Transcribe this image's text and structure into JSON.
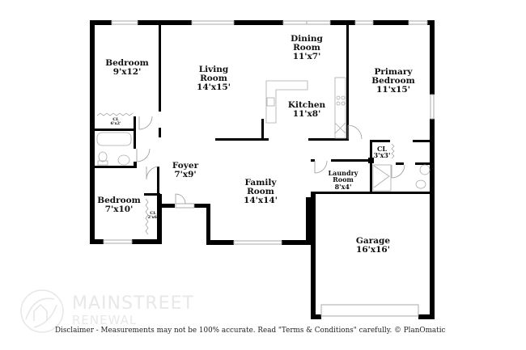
{
  "plan": {
    "rooms": [
      {
        "id": "bedroom-2",
        "name": "Bedroom",
        "dims": "9'x12'"
      },
      {
        "id": "living-room",
        "name_line1": "Living",
        "name_line2": "Room",
        "dims": "14'x15'"
      },
      {
        "id": "dining-room",
        "name_line1": "Dining",
        "name_line2": "Room",
        "dims": "11'x7'"
      },
      {
        "id": "primary-bedroom",
        "name_line1": "Primary",
        "name_line2": "Bedroom",
        "dims": "11'x15'"
      },
      {
        "id": "kitchen",
        "name": "Kitchen",
        "dims": "11'x8'"
      },
      {
        "id": "foyer",
        "name": "Foyer",
        "dims": "7'x9'"
      },
      {
        "id": "bedroom-3",
        "name": "Bedroom",
        "dims": "7'x10'"
      },
      {
        "id": "family-room",
        "name_line1": "Family",
        "name_line2": "Room",
        "dims": "14'x14'"
      },
      {
        "id": "laundry-room",
        "name_line1": "Laundry",
        "name_line2": "Room",
        "dims": "8'x4'"
      },
      {
        "id": "garage",
        "name": "Garage",
        "dims": "16'x16'"
      },
      {
        "id": "closet-primary",
        "name": "CL",
        "dims": "3'x3'"
      },
      {
        "id": "closet-bedroom-2",
        "name": "CL",
        "dims": "6'x2'"
      },
      {
        "id": "closet-bedroom-3",
        "name": "CL",
        "dims": "2'x6'"
      }
    ]
  },
  "branding": {
    "logo_line1": "MAINSTREET",
    "logo_line2": "RENEWAL"
  },
  "footer": {
    "disclaimer": "Disclaimer - Measurements may not be 100% accurate. Read \"Terms & Conditions\" carefully. © PlanOmatic"
  },
  "colors": {
    "wall": "#000000",
    "fixture": "#b0b0b0",
    "watermark": "#e8e8e8"
  }
}
